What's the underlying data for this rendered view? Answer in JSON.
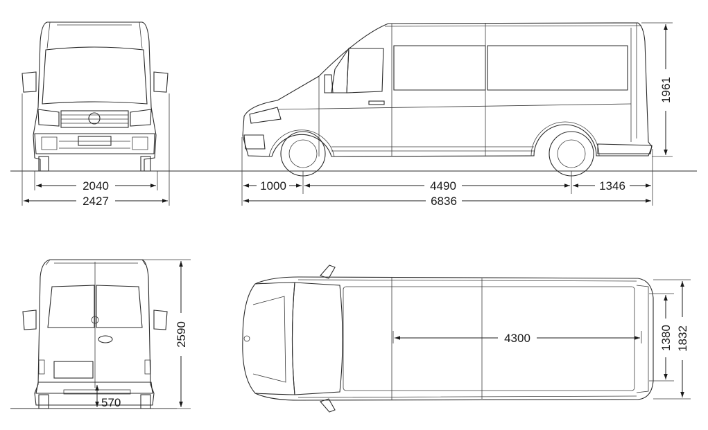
{
  "dimensions": {
    "front_track": "2040",
    "overall_width_mirrors": "2427",
    "front_overhang": "1000",
    "wheelbase": "4490",
    "rear_overhang": "1346",
    "overall_length": "6836",
    "cargo_height": "1961",
    "overall_height": "2590",
    "loading_sill_height": "570",
    "cargo_length": "4300",
    "width_between_arches": "1380",
    "cargo_width": "1832"
  },
  "colors": {
    "line": "#2a2a2a",
    "background": "#ffffff"
  }
}
